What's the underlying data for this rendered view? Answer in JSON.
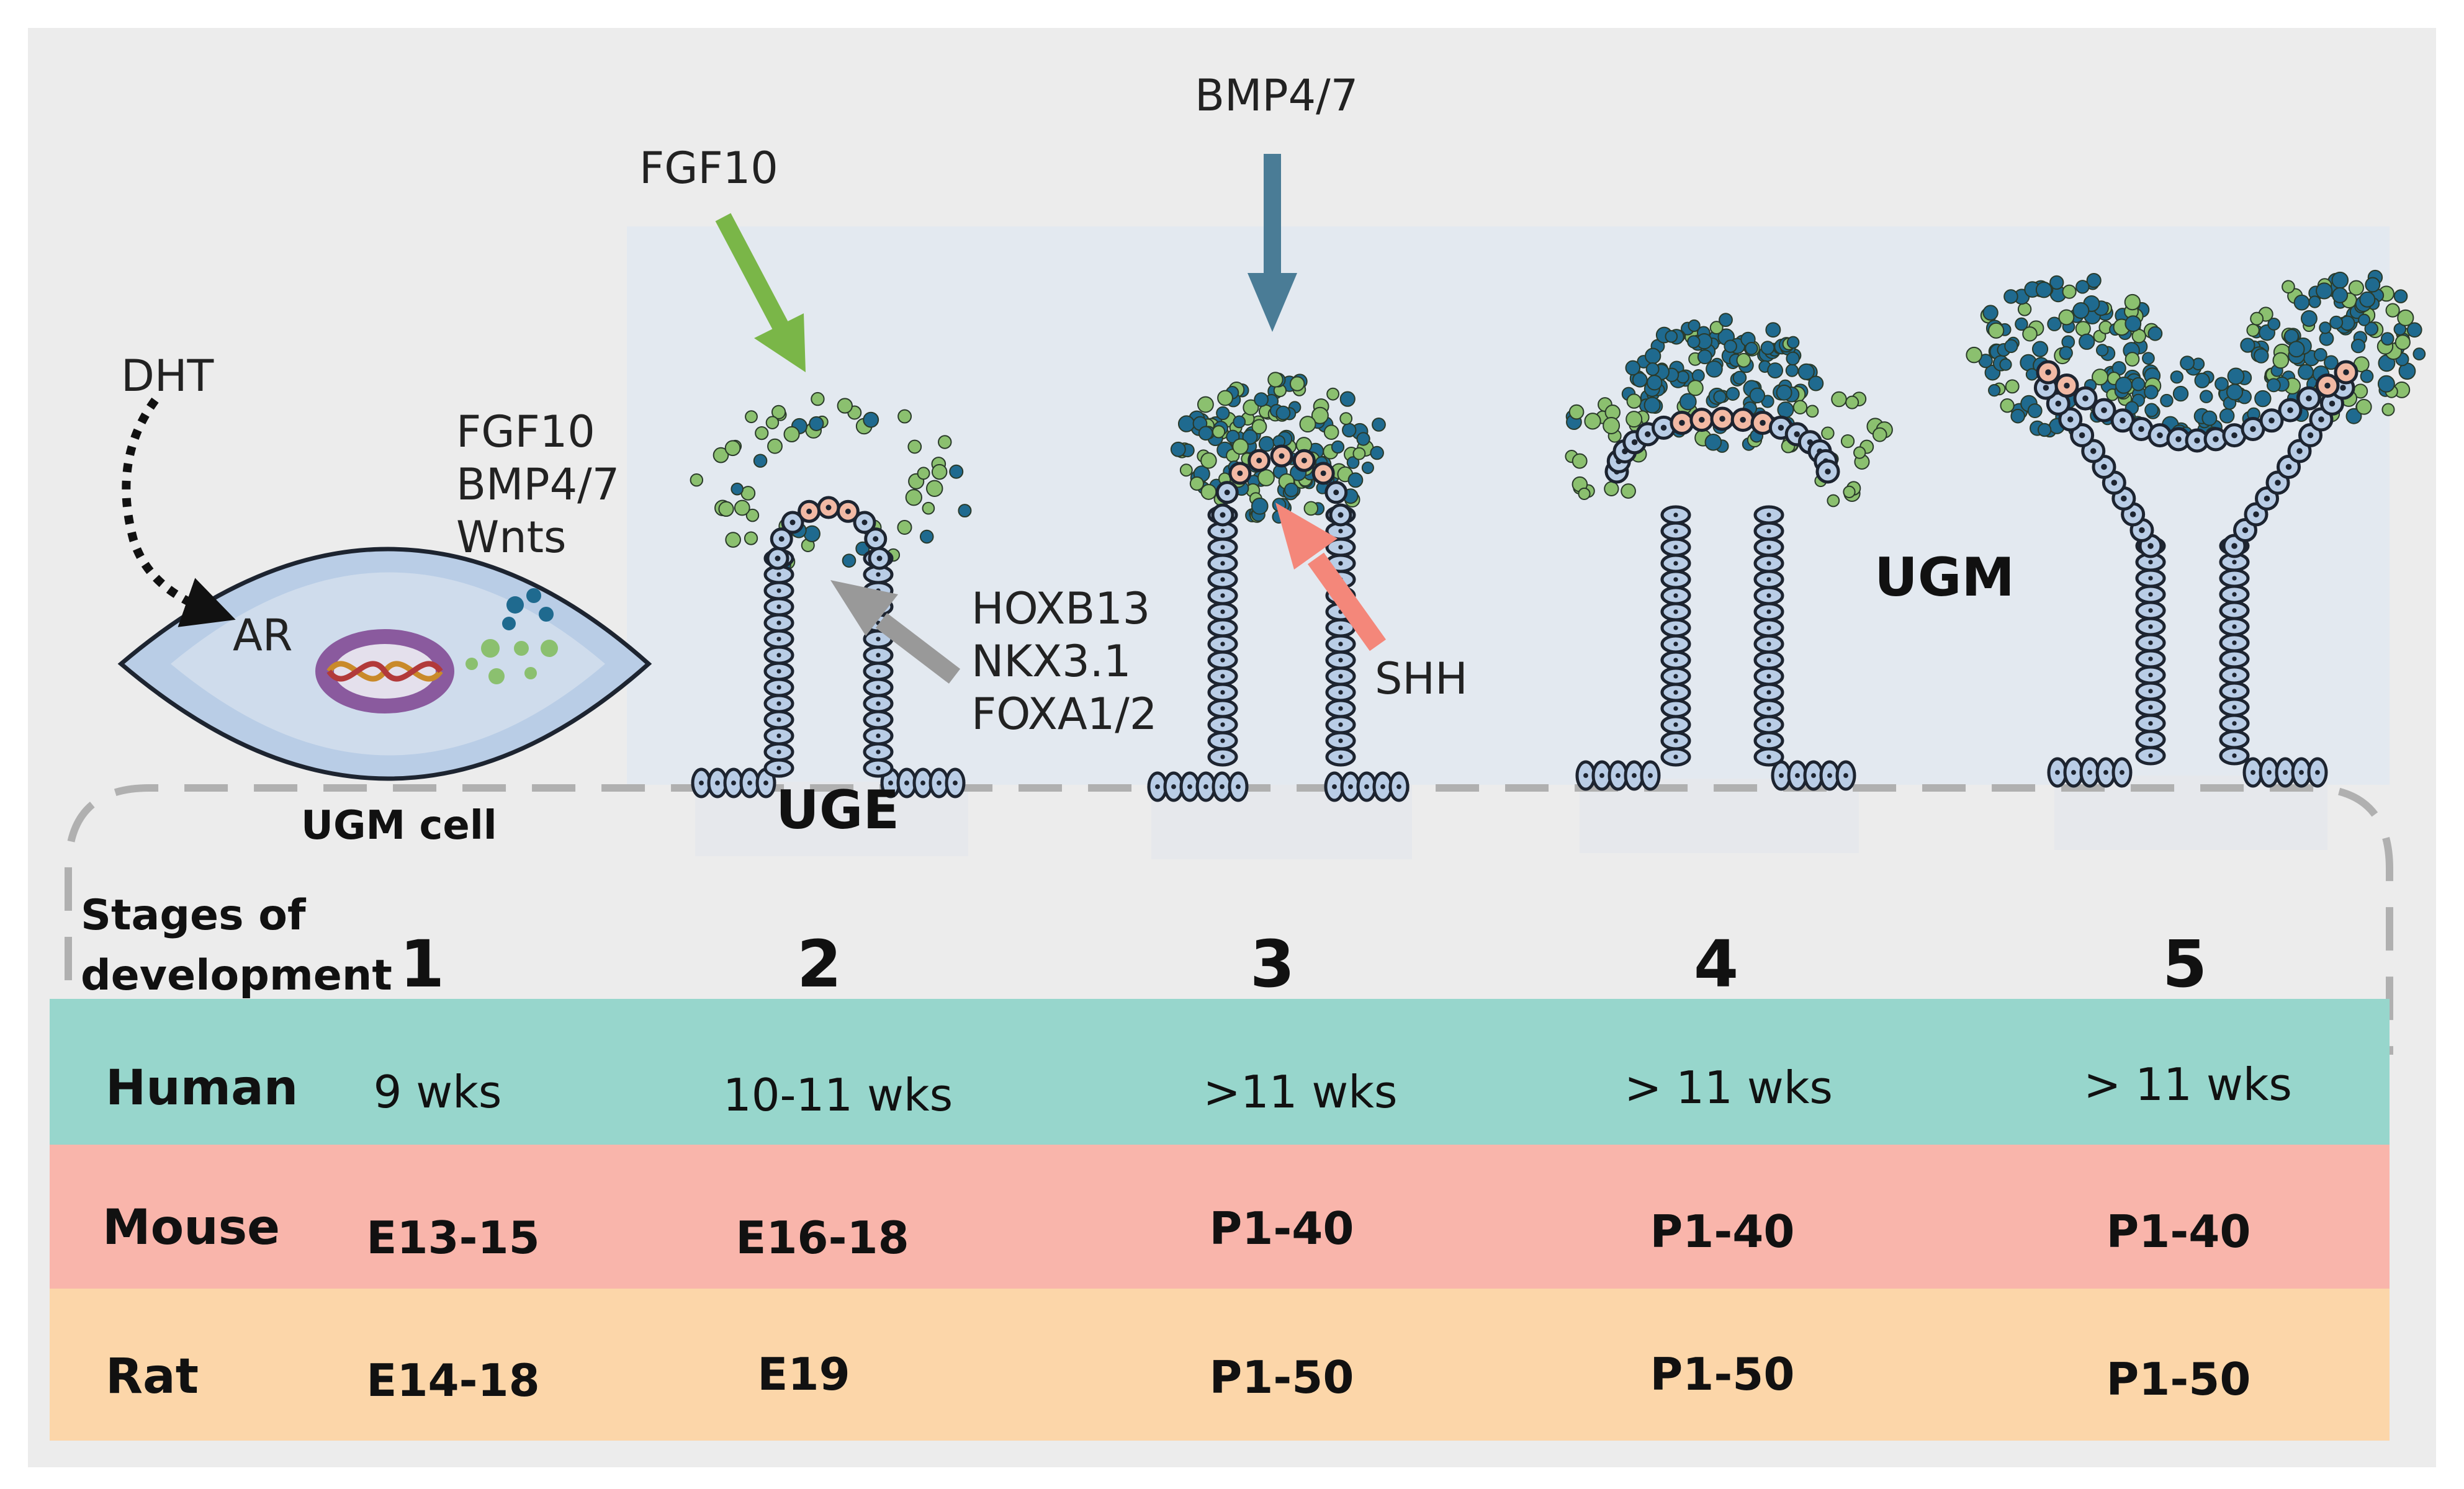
{
  "signals": {
    "dht": "DHT",
    "fgf10_top": "FGF10",
    "bmp_top": "BMP4/7",
    "shh": "SHH",
    "cell_factors": [
      "FGF10",
      "BMP4/7",
      "Wnts"
    ],
    "tf_factors": [
      "HOXB13",
      "NKX3.1",
      "FOXA1/2"
    ]
  },
  "labels": {
    "ar": "AR",
    "ugm_cell": "UGM cell",
    "uge": "UGE",
    "ugm": "UGM"
  },
  "table": {
    "stages_header": [
      "Stages of",
      "development"
    ],
    "stages": [
      "1",
      "2",
      "3",
      "4",
      "5"
    ],
    "rows": [
      {
        "species": "Human",
        "values": [
          "9 wks",
          "10-11 wks",
          ">11 wks",
          "> 11 wks",
          "> 11 wks"
        ]
      },
      {
        "species": "Mouse",
        "values": [
          "E13-15",
          "E16-18",
          "P1-40",
          "P1-40",
          "P1-40"
        ]
      },
      {
        "species": "Rat",
        "values": [
          "E14-18",
          "E19",
          "P1-50",
          "P1-50",
          "P1-50"
        ]
      }
    ]
  },
  "colors": {
    "background": "#ececec",
    "panel": "#e3e9f0",
    "cell": "#b9cde6",
    "cell_outline": "#1d2430",
    "tip_cell": "#f2b9a4",
    "nucleus": "#8a5a9e",
    "green_dot": "#8bc06f",
    "blue_dot": "#1f6a8f",
    "fgf_arrow": "#7ab648",
    "bmp_arrow": "#4a7c96",
    "shh_arrow": "#f4877a",
    "tf_arrow": "#999999",
    "human_row": "#97d6cc",
    "mouse_row": "#f9b5ab",
    "rat_row": "#fcd6a9"
  }
}
